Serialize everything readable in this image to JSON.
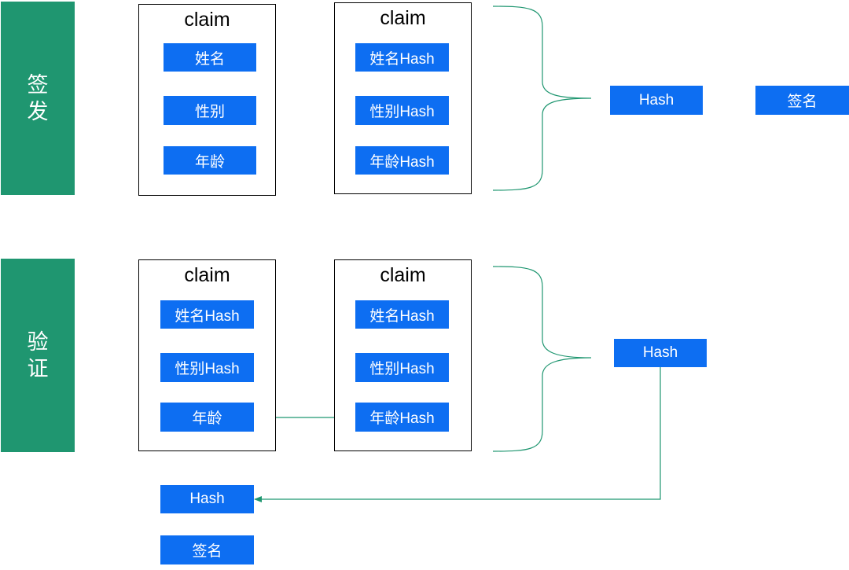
{
  "issue": {
    "stage_label": "签发",
    "claim_left": {
      "title": "claim",
      "fields": [
        "姓名",
        "性别",
        "年龄"
      ]
    },
    "claim_right": {
      "title": "claim",
      "fields": [
        "姓名Hash",
        "性别Hash",
        "年龄Hash"
      ]
    },
    "hash_label": "Hash",
    "signature_label": "签名"
  },
  "verify": {
    "stage_label": "验证",
    "claim_left": {
      "title": "claim",
      "fields": [
        "姓名Hash",
        "性别Hash",
        "年龄"
      ]
    },
    "claim_right": {
      "title": "claim",
      "fields": [
        "姓名Hash",
        "性别Hash",
        "年龄Hash"
      ]
    },
    "hash_label": "Hash",
    "result_hash_label": "Hash",
    "signature_label": "签名"
  },
  "colors": {
    "stage": "#1f9670",
    "box": "#0d6ef2",
    "connector": "#1f9670"
  }
}
